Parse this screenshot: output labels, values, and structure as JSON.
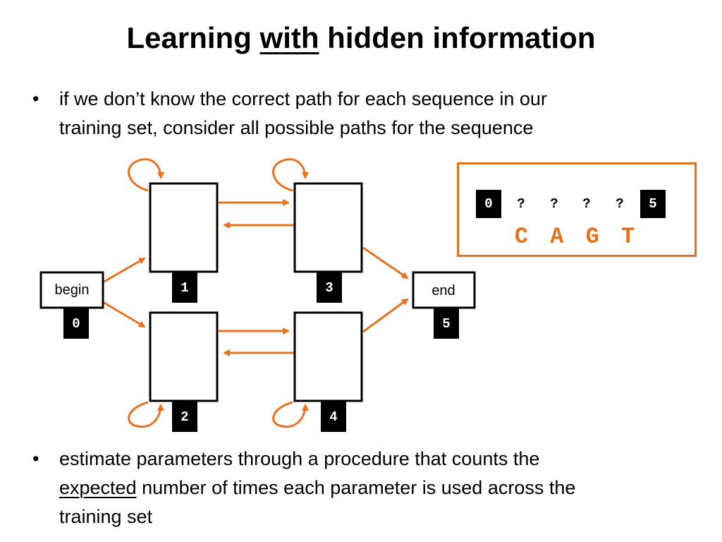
{
  "title": {
    "before": "Learning ",
    "underlined": "with",
    "after": " hidden information"
  },
  "bullets": {
    "first": {
      "marker": "•",
      "line1": "if we don’t know the correct path for each sequence in our",
      "line2": "training set, consider all possible paths for the sequence"
    },
    "second": {
      "marker": "•",
      "line1": "estimate parameters through a procedure that counts the",
      "line2_underlined": "expected",
      "line2_rest": " number of times each parameter is used across the",
      "line3": "training set"
    }
  },
  "diagram": {
    "begin": {
      "text": "begin",
      "index": "0"
    },
    "end": {
      "text": "end",
      "index": "5"
    },
    "states": [
      {
        "index": "1"
      },
      {
        "index": "2"
      },
      {
        "index": "3"
      },
      {
        "index": "4"
      }
    ],
    "edge_color": "#e8711c"
  },
  "sequence_box": {
    "path_cells": [
      {
        "text": "0",
        "style": "filled"
      },
      {
        "text": "?",
        "style": "unknown"
      },
      {
        "text": "?",
        "style": "unknown"
      },
      {
        "text": "?",
        "style": "unknown"
      },
      {
        "text": "?",
        "style": "unknown"
      },
      {
        "text": "5",
        "style": "filled"
      }
    ],
    "sequence": "C A G T",
    "frame_color": "#e8711c"
  }
}
